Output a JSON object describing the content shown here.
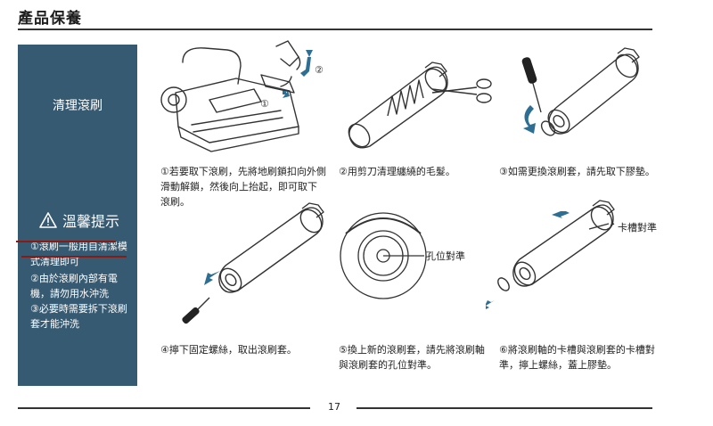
{
  "header": {
    "title": "產品保養"
  },
  "sidebar": {
    "section_title": "清理滾刷",
    "tips_title": "溫馨提示",
    "tips": [
      "①滾刷一般用自清潔模式清理即可",
      "②由於滾刷內部有電機，請勿用水沖洗",
      "③必要時需要拆下滾刷套才能沖洗"
    ]
  },
  "steps": [
    {
      "caption": "①若要取下滾刷，先將地刷鎖扣向外側滑動解鎖，然後向上抬起，即可取下滾刷。",
      "markers": [
        "①",
        "②"
      ]
    },
    {
      "caption": "②用剪刀清理纏繞的毛髮。"
    },
    {
      "caption": "③如需更換滾刷套，請先取下膠墊。"
    },
    {
      "caption": "④擰下固定螺絲，取出滾刷套。"
    },
    {
      "caption": "⑤換上新的滾刷套，請先將滾刷軸與滾刷套的孔位對準。",
      "label": "孔位對準"
    },
    {
      "caption": "⑥將滾刷軸的卡槽與滾刷套的卡槽對準，擰上螺絲，蓋上膠墊。",
      "label": "卡槽對準"
    }
  ],
  "footer": {
    "page_number": "17"
  }
}
